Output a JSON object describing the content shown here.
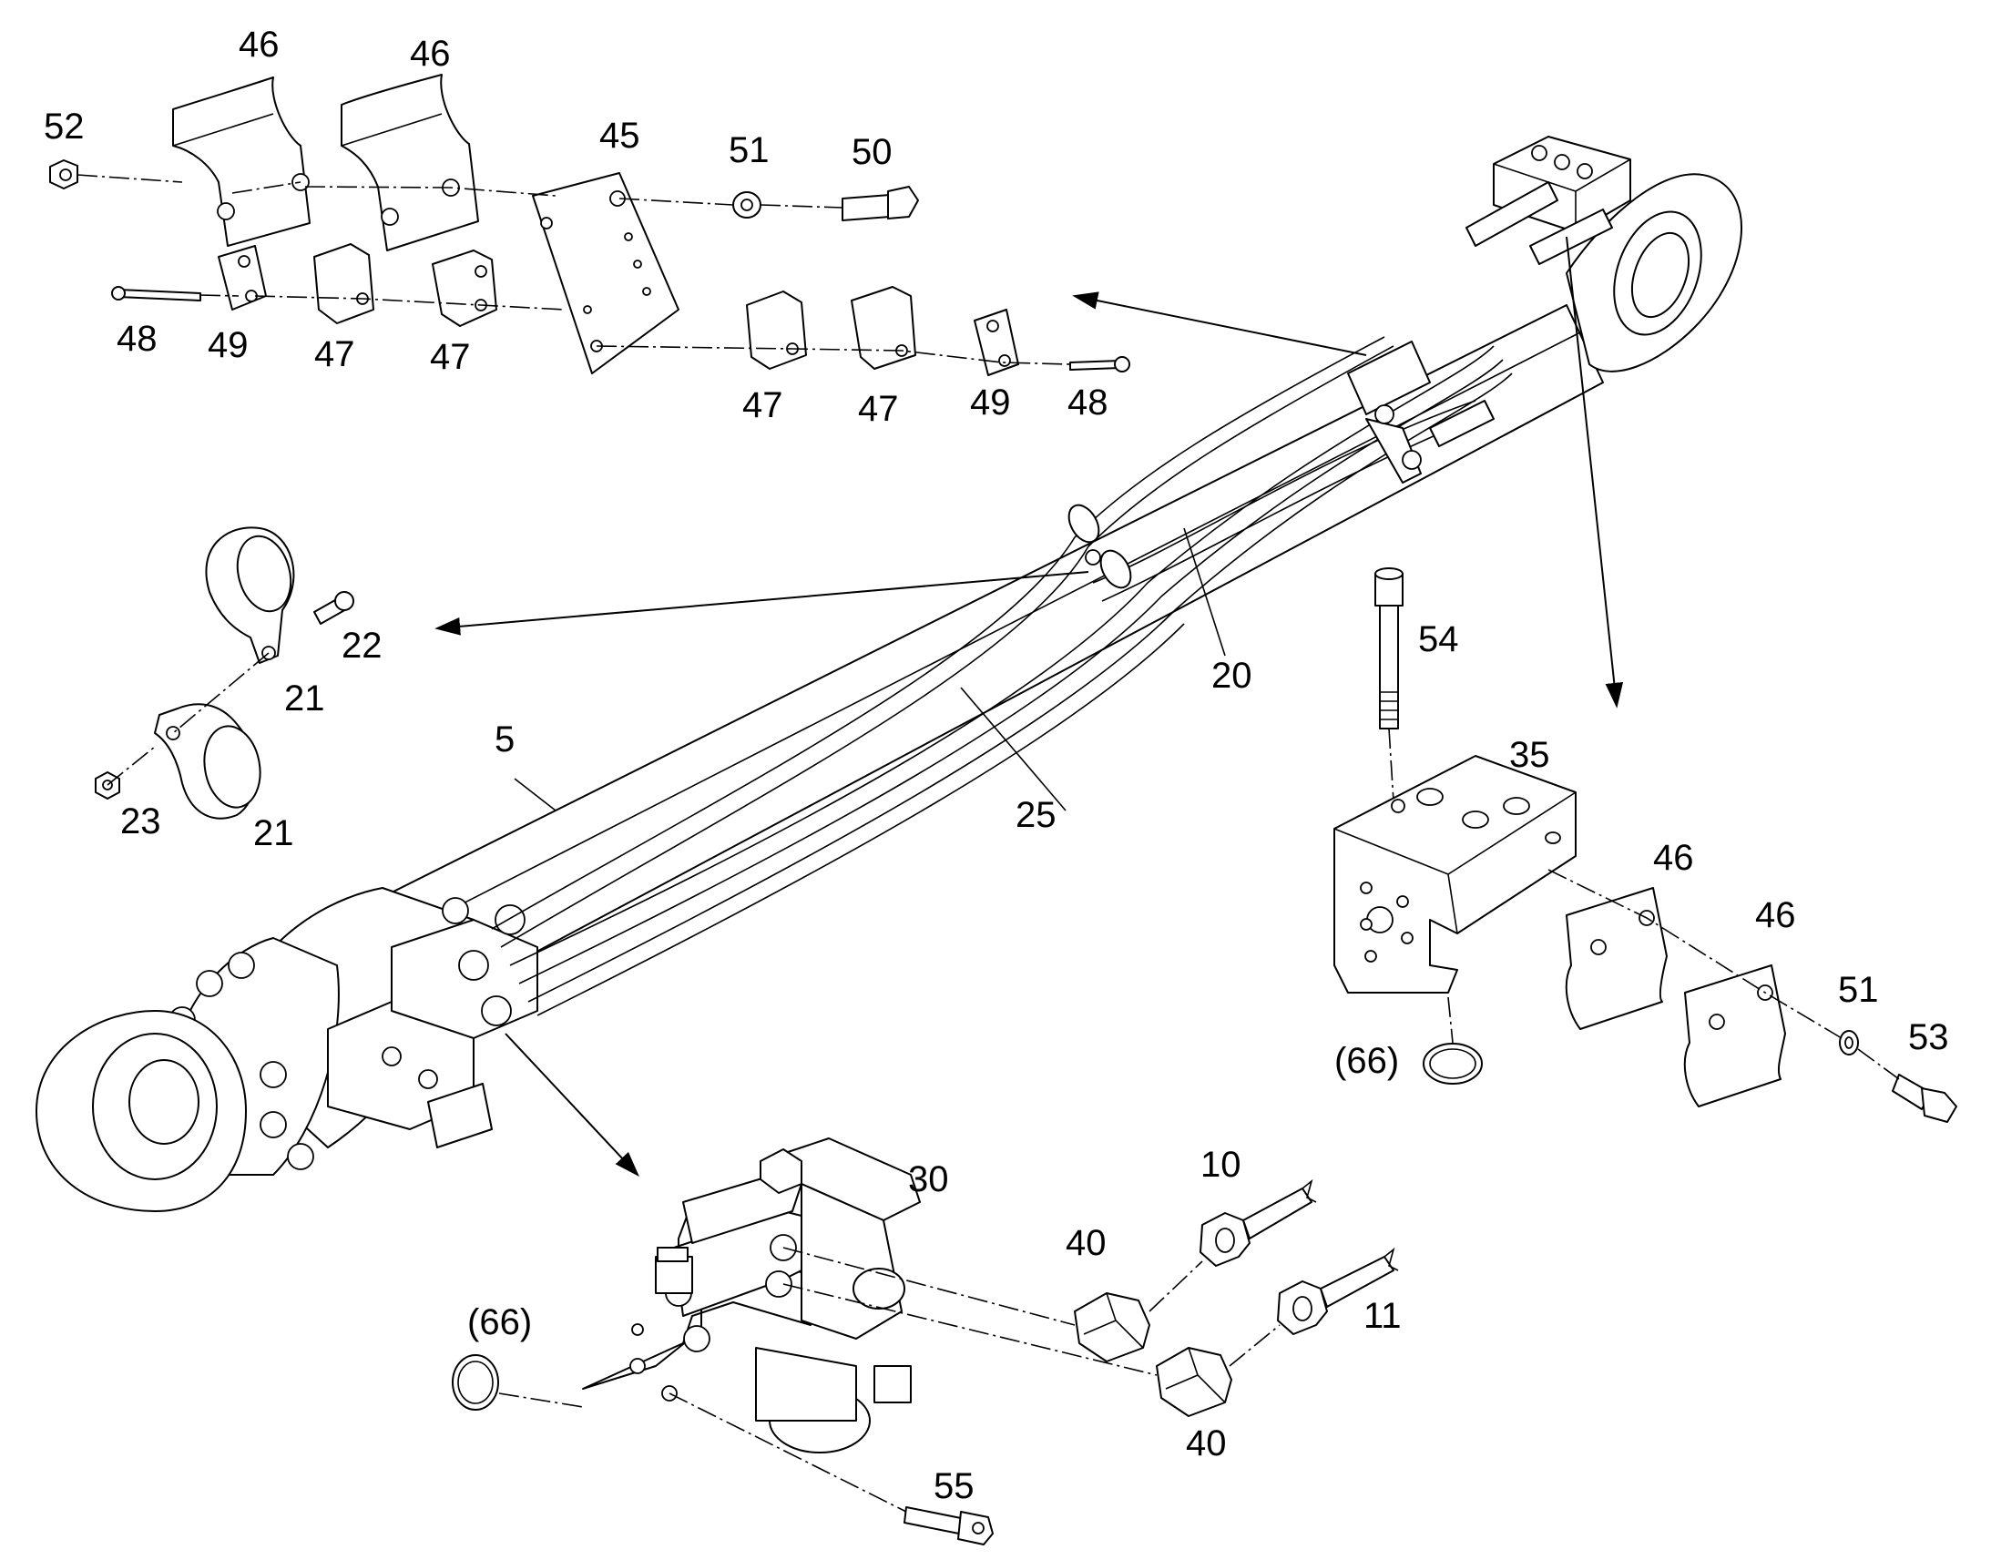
{
  "diagram": {
    "labels": {
      "l46a": "46",
      "l46b": "46",
      "l52": "52",
      "l45": "45",
      "l51a": "51",
      "l50": "50",
      "l48a": "48",
      "l49a": "49",
      "l47a": "47",
      "l47b": "47",
      "l47c": "47",
      "l47d": "47",
      "l49b": "49",
      "l48b": "48",
      "l22": "22",
      "l21a": "21",
      "l23": "23",
      "l21b": "21",
      "l5": "5",
      "l25": "25",
      "l20": "20",
      "l54": "54",
      "l35": "35",
      "l46c": "46",
      "l46d": "46",
      "l51b": "51",
      "l53": "53",
      "l66a": "(66)",
      "l30": "30",
      "l10": "10",
      "l40a": "40",
      "l11": "11",
      "l40b": "40",
      "l66b": "(66)",
      "l55": "55"
    }
  }
}
